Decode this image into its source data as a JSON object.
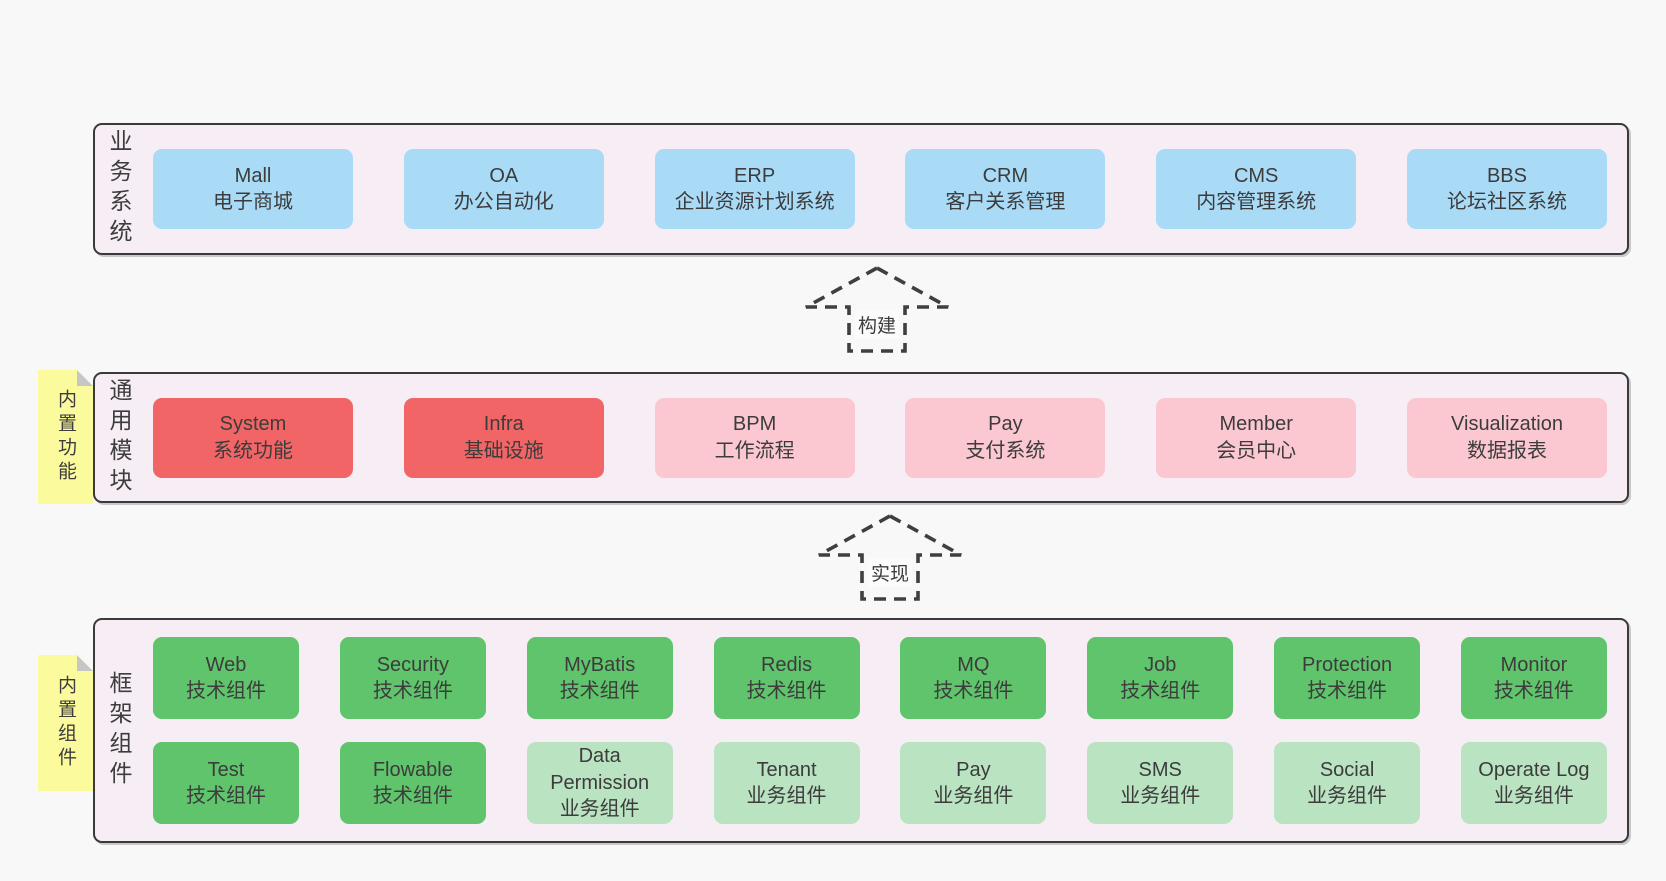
{
  "colors": {
    "page_bg": "#f8f8f8",
    "band_bg": "#f7edf5",
    "band_border": "#3a3a3a",
    "text": "#3c3c3c",
    "blue": "#a9dbf7",
    "red": "#f16566",
    "pink": "#fbc8d2",
    "green": "#5fc46c",
    "green_light": "#b9e3c1",
    "note_yellow": "#fbfa9d",
    "note_fold_gray": "#c6c6c6",
    "arrow_dash": "#3f3f3f"
  },
  "arrows": [
    {
      "label": "构建"
    },
    {
      "label": "实现"
    }
  ],
  "sections": [
    {
      "label": "业务系统",
      "boxes": [
        {
          "title": "Mall",
          "subtitle": "电子商城",
          "variant": "blue"
        },
        {
          "title": "OA",
          "subtitle": "办公自动化",
          "variant": "blue"
        },
        {
          "title": "ERP",
          "subtitle": "企业资源计划系统",
          "variant": "blue"
        },
        {
          "title": "CRM",
          "subtitle": "客户关系管理",
          "variant": "blue"
        },
        {
          "title": "CMS",
          "subtitle": "内容管理系统",
          "variant": "blue"
        },
        {
          "title": "BBS",
          "subtitle": "论坛社区系统",
          "variant": "blue"
        }
      ]
    },
    {
      "label": "通用模块",
      "note": "内置功能",
      "boxes": [
        {
          "title": "System",
          "subtitle": "系统功能",
          "variant": "red"
        },
        {
          "title": "Infra",
          "subtitle": "基础设施",
          "variant": "red"
        },
        {
          "title": "BPM",
          "subtitle": "工作流程",
          "variant": "pink"
        },
        {
          "title": "Pay",
          "subtitle": "支付系统",
          "variant": "pink"
        },
        {
          "title": "Member",
          "subtitle": "会员中心",
          "variant": "pink"
        },
        {
          "title": "Visualization",
          "subtitle": "数据报表",
          "variant": "pink"
        }
      ]
    },
    {
      "label": "框架组件",
      "note": "内置组件",
      "rows": [
        [
          {
            "title": "Web",
            "subtitle": "技术组件",
            "variant": "green"
          },
          {
            "title": "Security",
            "subtitle": "技术组件",
            "variant": "green"
          },
          {
            "title": "MyBatis",
            "subtitle": "技术组件",
            "variant": "green"
          },
          {
            "title": "Redis",
            "subtitle": "技术组件",
            "variant": "green"
          },
          {
            "title": "MQ",
            "subtitle": "技术组件",
            "variant": "green"
          },
          {
            "title": "Job",
            "subtitle": "技术组件",
            "variant": "green"
          },
          {
            "title": "Protection",
            "subtitle": "技术组件",
            "variant": "green"
          },
          {
            "title": "Monitor",
            "subtitle": "技术组件",
            "variant": "green"
          }
        ],
        [
          {
            "title": "Test",
            "subtitle": "技术组件",
            "variant": "green"
          },
          {
            "title": "Flowable",
            "subtitle": "技术组件",
            "variant": "green"
          },
          {
            "title": "Data Permission",
            "subtitle": "业务组件",
            "variant": "green_light"
          },
          {
            "title": "Tenant",
            "subtitle": "业务组件",
            "variant": "green_light"
          },
          {
            "title": "Pay",
            "subtitle": "业务组件",
            "variant": "green_light"
          },
          {
            "title": "SMS",
            "subtitle": "业务组件",
            "variant": "green_light"
          },
          {
            "title": "Social",
            "subtitle": "业务组件",
            "variant": "green_light"
          },
          {
            "title": "Operate Log",
            "subtitle": "业务组件",
            "variant": "green_light"
          }
        ]
      ]
    }
  ]
}
